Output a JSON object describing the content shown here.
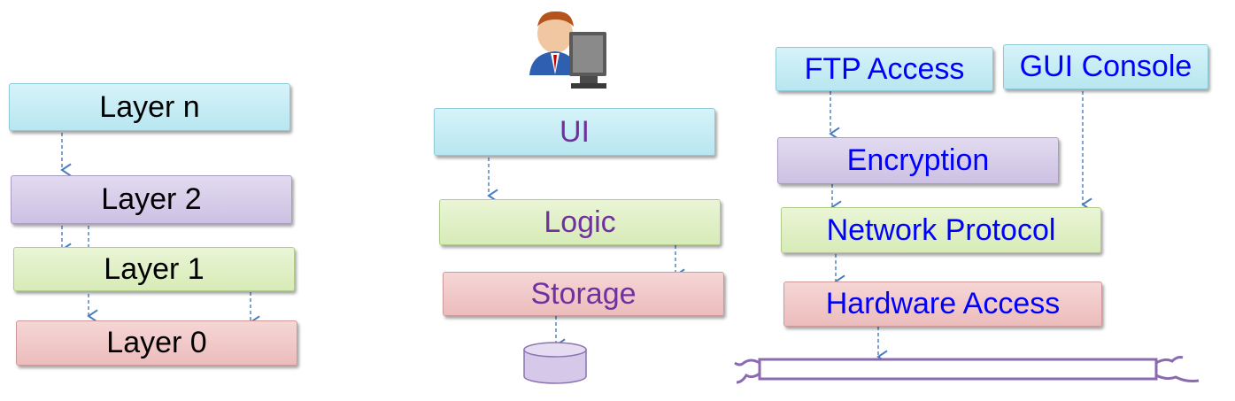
{
  "left": {
    "layer_n": "Layer n",
    "layer_2": "Layer 2",
    "layer_1": "Layer 1",
    "layer_0": "Layer 0"
  },
  "middle": {
    "ui": "UI",
    "logic": "Logic",
    "storage": "Storage"
  },
  "right": {
    "ftp": "FTP Access",
    "gui": "GUI Console",
    "encryption": "Encryption",
    "network": "Network Protocol",
    "hardware": "Hardware Access"
  },
  "icons": [
    "user-at-computer-icon",
    "database-cylinder-icon",
    "network-cable-icon"
  ],
  "colors": {
    "arrow": "#4a7dbf",
    "text_violet": "#7030a0",
    "text_blue": "#0000ff"
  }
}
